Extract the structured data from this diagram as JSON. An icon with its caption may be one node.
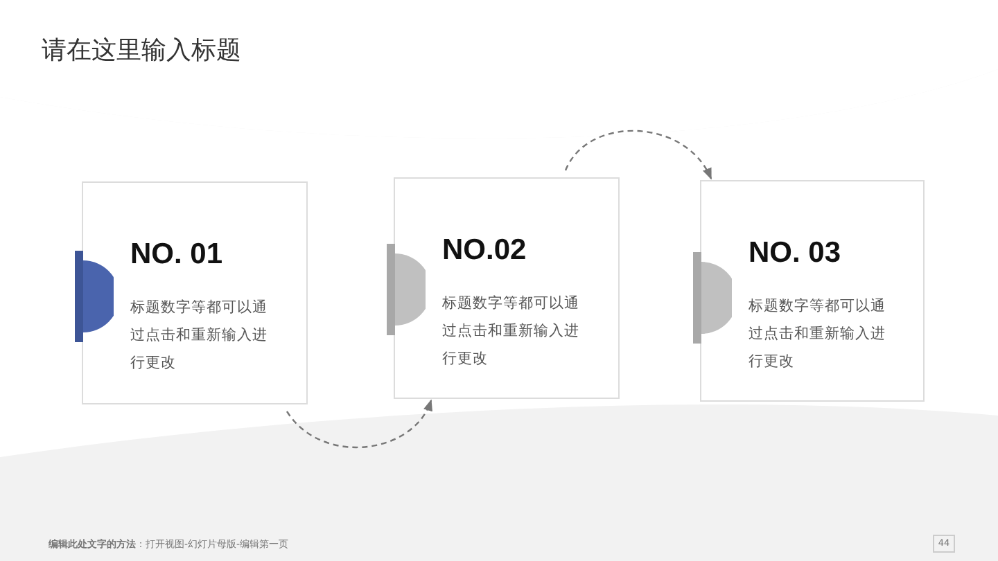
{
  "diagram": {
    "title": "请在这里输入标题",
    "nodes": [
      {
        "text": [
          "NO. 01",
          "标题数字等都可以通过点击和重新输入进行更改"
        ]
      },
      {
        "text": [
          "NO.02",
          "标题数字等都可以通过点击和重新输入进行更改"
        ]
      },
      {
        "text": [
          "NO. 03",
          "标题数字等都可以通过点击和重新输入进行更改"
        ]
      }
    ],
    "edges": [
      {
        "from": 0,
        "to": 1,
        "arrow": "to",
        "style": "dashed"
      },
      {
        "from": 1,
        "to": 2,
        "arrow": "to",
        "style": "dashed"
      }
    ],
    "labels": [
      "**编辑此处文字的方法**：打开视图-幻灯片母版-编辑第一页",
      "44"
    ]
  }
}
